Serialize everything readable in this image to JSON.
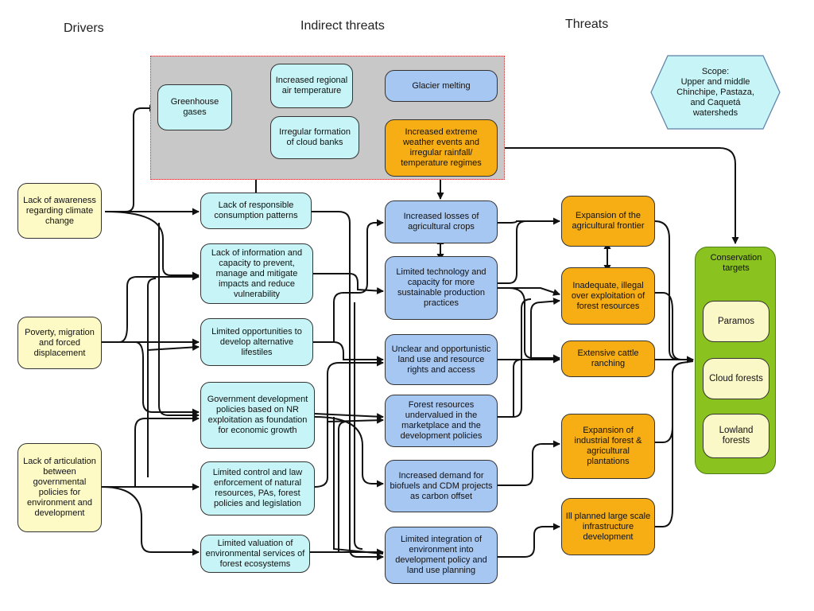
{
  "headers": {
    "drivers": "Drivers",
    "indirect_threats": "Indirect threats",
    "threats": "Threats"
  },
  "scope": {
    "text": "Scope:\nUpper and middle\nChinchipe, Pastaza,\nand Caquetá\nwatersheds"
  },
  "drivers": {
    "climate_awareness": "Lack of awareness regarding climate change",
    "poverty": "Poverty, migration and forced displacement",
    "articulation": "Lack of articulation between governmental policies for environment and development"
  },
  "indirect": {
    "greenhouse": "Greenhouse gases",
    "air_temp": "Increased regional air temperature",
    "cloud_banks": "Irregular formation of cloud banks",
    "consumption": "Lack of responsible consumption patterns",
    "info_capacity": "Lack of information and capacity to prevent, manage and mitigate impacts and reduce vulnerability",
    "opportunities": "Limited opportunities to develop alternative lifestiles",
    "gov_policies": "Government development policies based on NR exploitation as foundation for economic growth",
    "limited_control": "Limited control and law enforcement of natural resources, PAs, forest policies and legislation",
    "valuation": "Limited valuation of environmental services of forest ecosystems"
  },
  "threats_mid": {
    "glacier": "Glacier melting",
    "extreme_weather": "Increased extreme weather events and irregular rainfall/ temperature regimes",
    "crop_losses": "Increased losses of agricultural crops",
    "technology": "Limited technology and capacity for more sustainable production practices",
    "land_use": "Unclear and opportunistic land use and resource rights and access",
    "undervalued": "Forest resources undervalued in the marketplace and the development policies",
    "biofuels": "Increased demand for biofuels and CDM projects as carbon offset",
    "integration": "Limited integration of environment into development policy and land use planning"
  },
  "direct": {
    "frontier": "Expansion of the agricultural frontier",
    "exploitation": "Inadequate, illegal over exploitation of forest resources",
    "cattle": "Extensive cattle ranching",
    "plantations": "Expansion of industrial forest & agricultural plantations",
    "infrastructure": "Ill planned large scale infrastructure development"
  },
  "targets": {
    "title": "Conservation targets",
    "items": [
      "Paramos",
      "Cloud forests",
      "Lowland forests"
    ]
  },
  "colors": {
    "driver": "#fdfac6",
    "indirect": "#c7f4f6",
    "threat": "#a7c7f3",
    "direct": "#f7ad14",
    "targets_panel": "#8ac21f",
    "scope": "#c7f4f6",
    "climate_panel": "#c8c8c8"
  }
}
